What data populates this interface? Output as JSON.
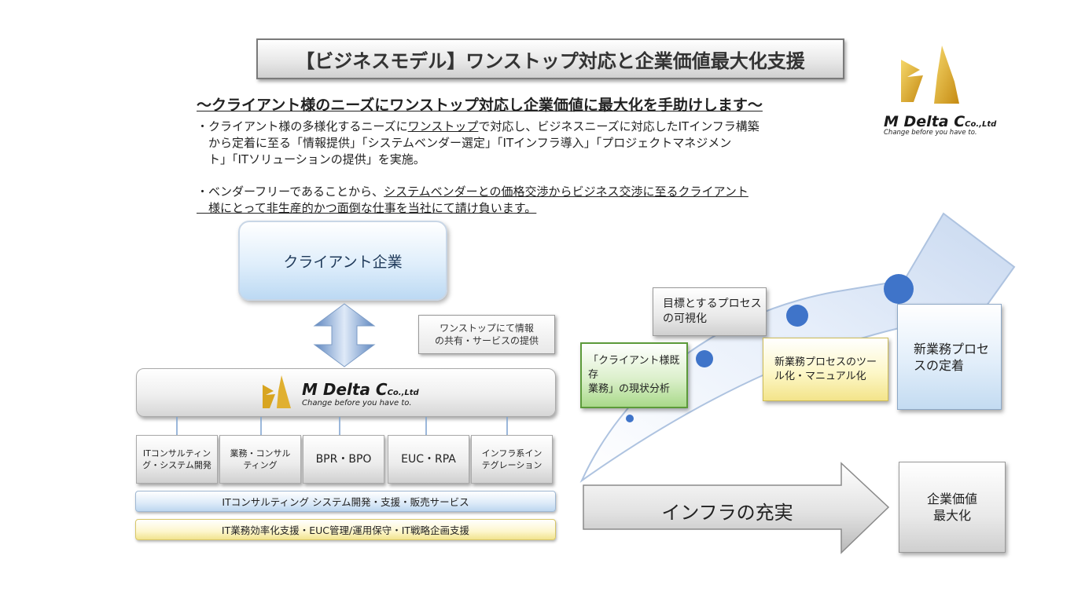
{
  "title": "【ビジネスモデル】ワンストップ対応と企業価値最大化支援",
  "subtitle": "～クライアント様のニーズにワンストップ対応し企業価値に最大化を手助けします～",
  "bullets": {
    "b1_pre": "・クライアント様の多様化するニーズに",
    "b1_u": "ワンストップ",
    "b1_post": "で対応し、ビジネスニーズに対応したITインフラ構築\n　から定着に至る「情報提供」「システムベンダー選定」「ITインフラ導入」「プロジェクトマネジメン\n　ト」「ITソリューションの提供」を実施。",
    "b2_pre": "・ベンダーフリーであることから、",
    "b2_u": "システムベンダーとの価格交渉からビジネス交渉に至るクライアント\n　様にとって非生産的かつ面倒な仕事を当社にて請け負います。"
  },
  "logo": {
    "name": "M Delta C",
    "suffix": "Co.,Ltd",
    "tagline": "Change before you have to."
  },
  "left_diagram": {
    "client": "クライアント企業",
    "onestop": "ワンストップにて情報\nの共有・サービスの提供",
    "services": [
      "ITコンサルティン\nグ・システム開発",
      "業務・コンサル\nティング",
      "BPR・BPO",
      "EUC・RPA",
      "インフラ系イン\nテグレーション"
    ],
    "band1": "ITコンサルティング システム開発・支援・販売サービス",
    "band2": "IT業務効率化支援・EUC管理/運用保守・IT戦略企画支援"
  },
  "right_diagram": {
    "step1": "「クライアント様既存\n業務」の現状分析",
    "step2": "目標とするプロセス\nの可視化",
    "step3": "新業務プロセスのツー\nル化・マニュアル化",
    "step4": "新業務プロセ\nスの定着",
    "infra": "インフラの充実",
    "result": "企業価値\n最大化"
  },
  "colors": {
    "logo_gold": "#d8a520",
    "dot_blue": "#3f74c9",
    "arrow_blue": "#dfe9f7"
  }
}
